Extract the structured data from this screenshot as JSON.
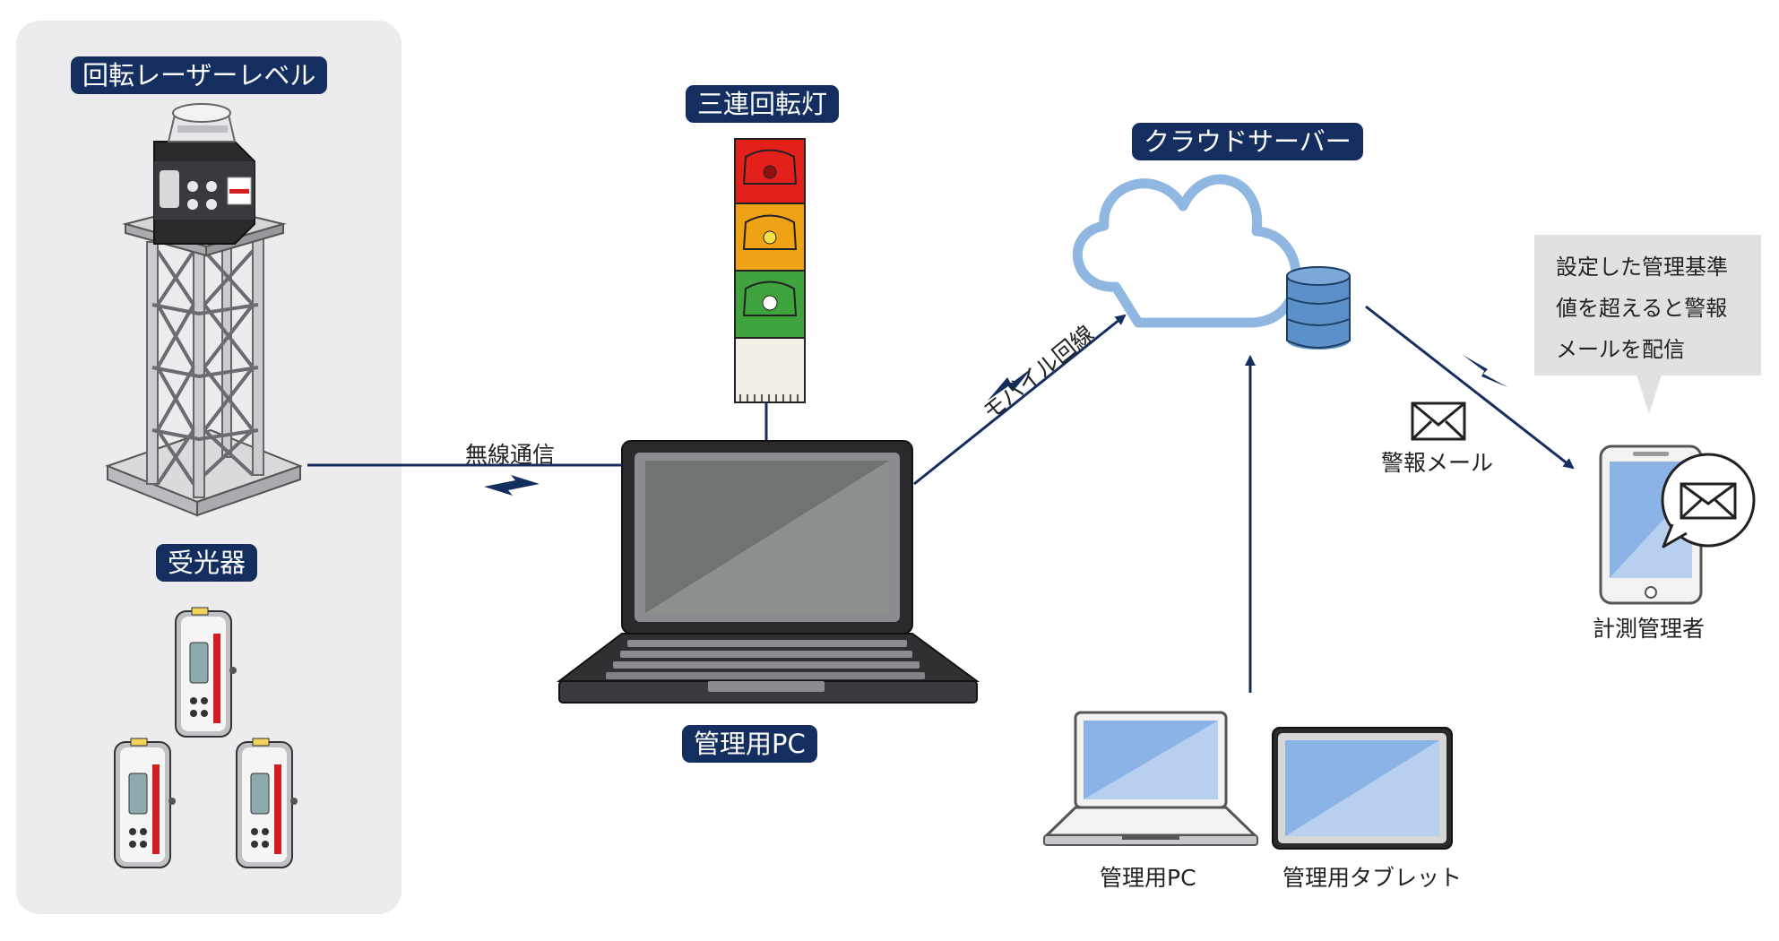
{
  "labels": {
    "rotating_laser": "回転レーザーレベル",
    "receiver": "受光器",
    "signal_tower": "三連回転灯",
    "cloud_server": "クラウドサーバー",
    "main_pc": "管理用PC",
    "wireless": "無線通信",
    "mobile_line": "モバイル回線",
    "alert_mail": "警報メール",
    "measurement_manager": "計測管理者",
    "office_pc": "管理用PC",
    "office_tablet": "管理用タブレット"
  },
  "callout": {
    "lines": [
      "設定した管理基準",
      "値を超えると警報",
      "メールを配信"
    ]
  },
  "colors": {
    "navy": "#142f5f",
    "cloud_outline": "#8fb7e2",
    "database": "#5b91c8",
    "panel_bg": "#ececee",
    "lamp_red": "#e4201b",
    "lamp_orange": "#f0a215",
    "lamp_green": "#3fa33e",
    "screen_blue": "#8bb3e6"
  },
  "icons": [
    "rotating-laser-icon",
    "receiver-icon",
    "signal-tower-icon",
    "laptop-icon",
    "cloud-server-icon",
    "database-icon",
    "envelope-icon",
    "smartphone-icon",
    "tablet-icon",
    "lightning-icon"
  ]
}
